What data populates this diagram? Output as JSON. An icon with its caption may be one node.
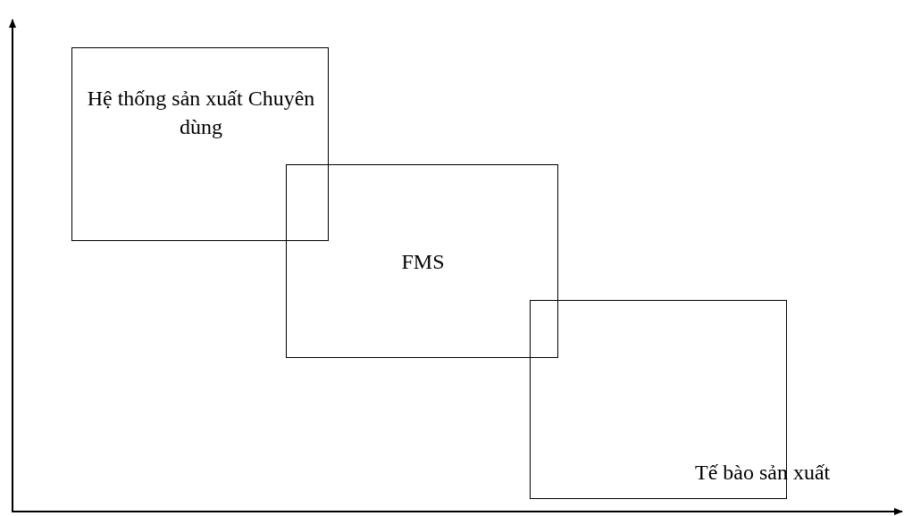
{
  "diagram": {
    "nodes": [
      {
        "text": [
          "Hệ thống sản xuất Chuyên dùng"
        ]
      },
      {
        "text": [
          "FMS"
        ]
      },
      {
        "text": [
          "Tế bào sản xuất"
        ]
      }
    ]
  }
}
